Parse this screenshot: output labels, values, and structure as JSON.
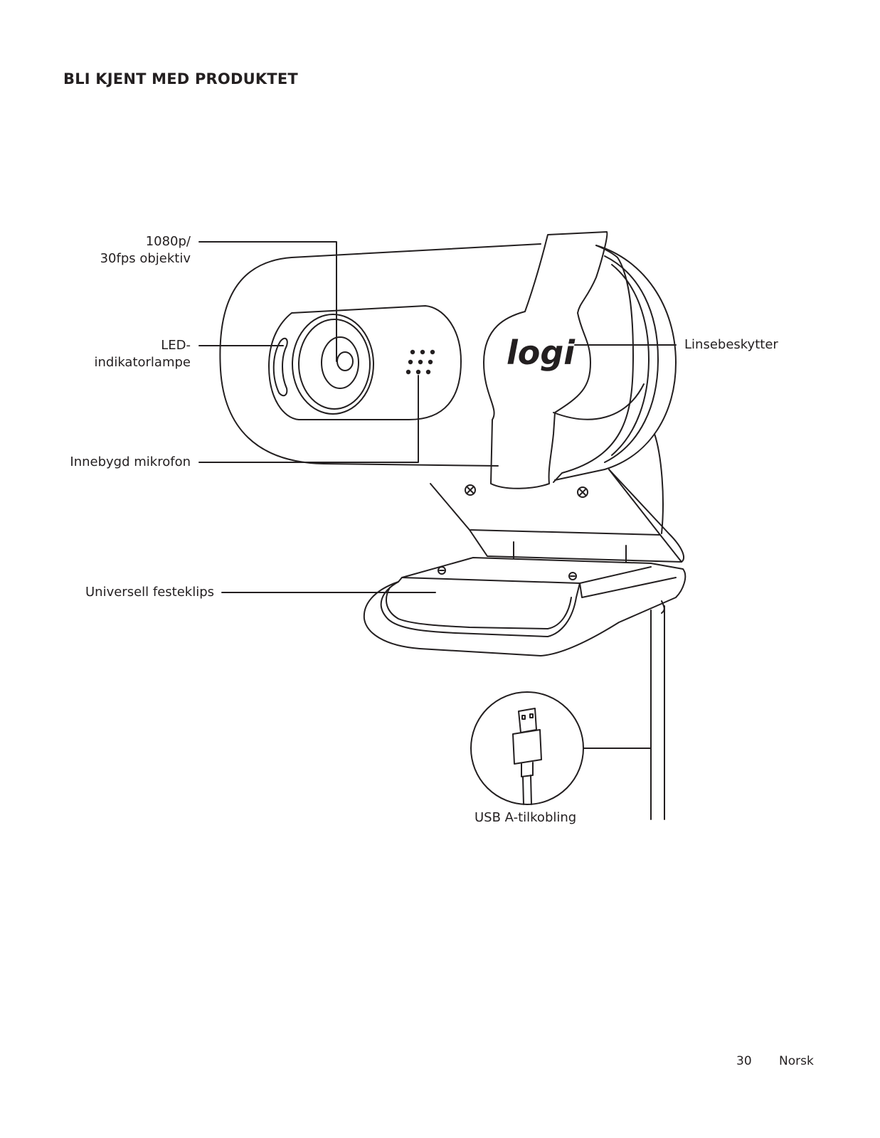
{
  "page": {
    "title": "BLI KJENT MED PRODUKTET",
    "page_number": "30",
    "language": "Norsk"
  },
  "callouts": {
    "lens_line1": "1080p/",
    "lens_line2": "30fps objektiv",
    "led_line1": "LED-",
    "led_line2": "indikatorlampe",
    "microphone": "Innebygd mikrofon",
    "clip": "Universell festeklips",
    "privacy_shutter": "Linsebeskytter",
    "usb": "USB A-tilkobling"
  },
  "brand": {
    "logo_text": "logi"
  },
  "colors": {
    "ink": "#231f20",
    "paper": "#ffffff"
  }
}
